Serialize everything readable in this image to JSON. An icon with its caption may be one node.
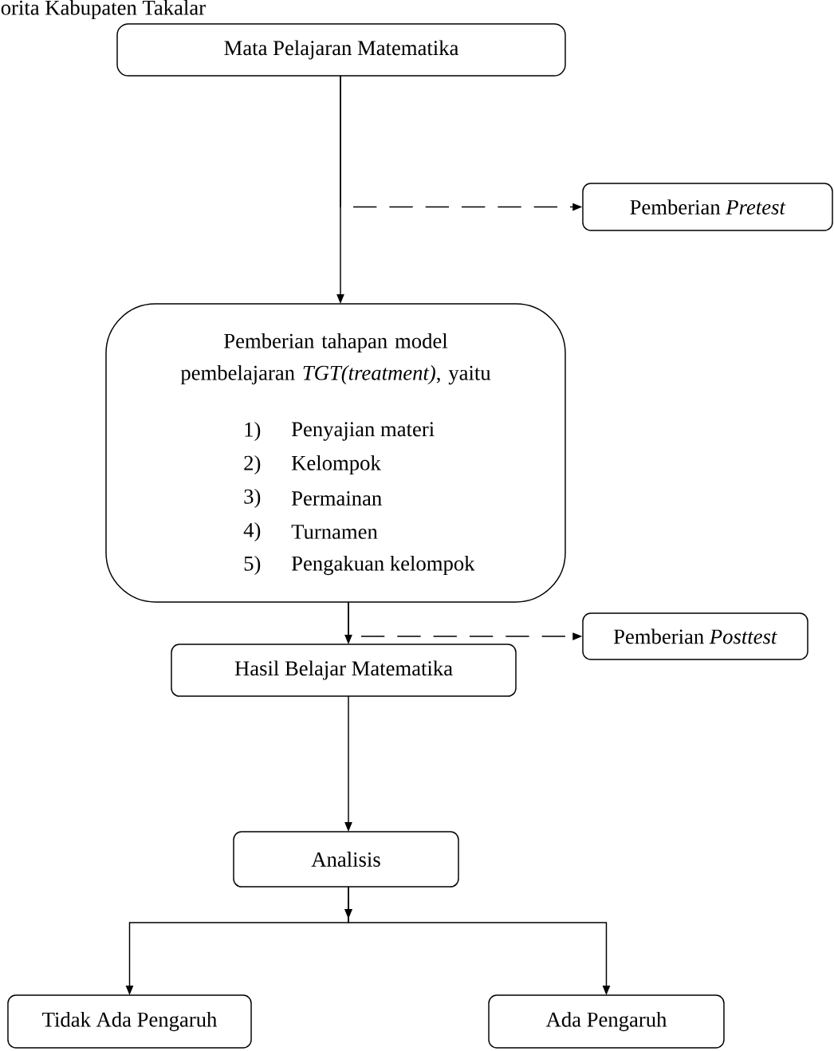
{
  "diagram": {
    "nodes": [
      {
        "text": [
          "Mata Pelajaran Matematika"
        ]
      },
      {
        "text": [
          "Pemberian *Pretest*"
        ]
      },
      {
        "text": [
          "Pemberian tahapan model pembelajaran *TGT(treatment)*, yaitu",
          "1)",
          "Penyajian materi",
          "2)",
          "Kelompok",
          "3)",
          "Permainan",
          "4)",
          "Turnamen",
          "5)",
          "Pengakuan kelompok"
        ]
      },
      {
        "text": [
          "Pemberian *Posttest*"
        ]
      },
      {
        "text": [
          "Hasil Belajar Matematika"
        ]
      },
      {
        "text": [
          "Analisis"
        ]
      },
      {
        "text": [
          "Tidak Ada Pengaruh"
        ]
      },
      {
        "text": [
          "Ada Pengaruh"
        ]
      }
    ],
    "edges": [
      {
        "from": 0,
        "to": 2,
        "arrow": "to"
      },
      {
        "from": 0,
        "to": 1,
        "arrow": "to",
        "style": "dashed"
      },
      {
        "from": 2,
        "to": 4,
        "arrow": "to"
      },
      {
        "from": 2,
        "to": 3,
        "arrow": "to",
        "style": "dashed"
      },
      {
        "from": 4,
        "to": 5,
        "arrow": "to"
      },
      {
        "from": 5,
        "to": 6,
        "arrow": "to"
      },
      {
        "from": 5,
        "to": 7,
        "arrow": "to"
      }
    ],
    "labels": [
      "orita Kabupaten Takalar"
    ]
  }
}
